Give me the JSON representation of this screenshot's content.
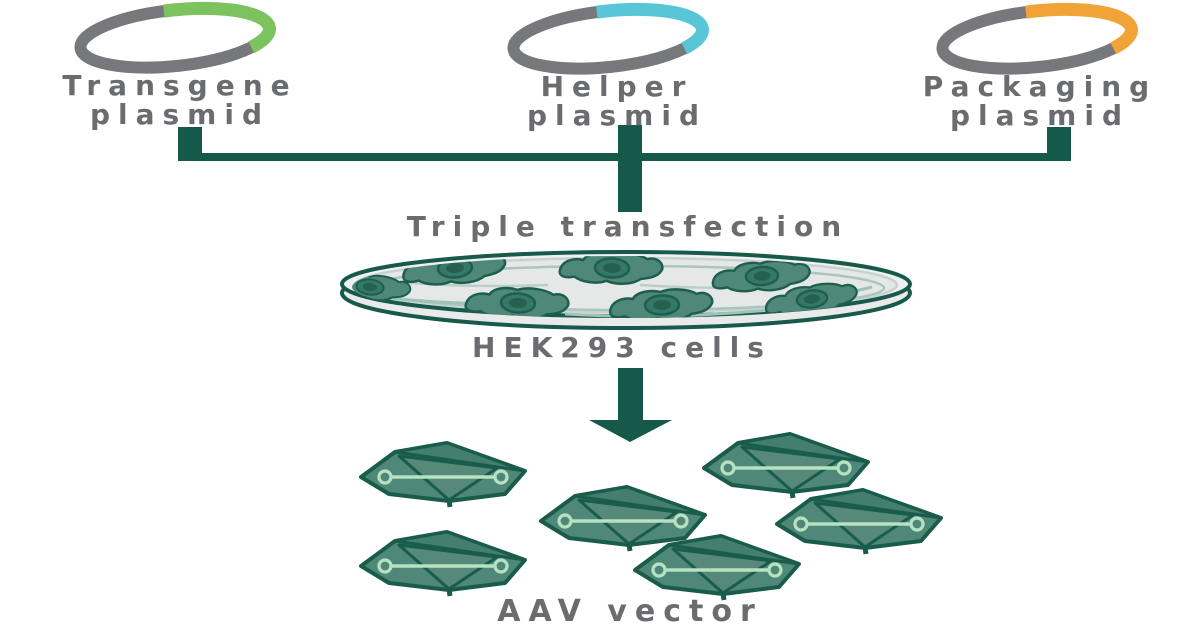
{
  "colors": {
    "dark_teal": "#15594A",
    "capsid_fill": "#4F8779",
    "capsid_edge": "#1A5C4C",
    "genome_green": "#B7E2C1",
    "ring_gray": "#77787B",
    "text_gray": "#6B6C6F",
    "dish_fill": "#EFEFEF",
    "cell_fill": "#4F8879",
    "transgene_arc": "#7CC25E",
    "helper_arc": "#59C6D8",
    "packaging_arc": "#F2A338"
  },
  "icons": [
    "plasmid-ring-icon",
    "petri-dish-icon",
    "cell-icon",
    "down-arrow-icon",
    "aav-capsid-icon",
    "genome-itr-icon"
  ],
  "plasmids": [
    {
      "line1": "Transgene",
      "line2": "plasmid",
      "arc_color": "#7CC25E"
    },
    {
      "line1": "Helper",
      "line2": "plasmid",
      "arc_color": "#59C6D8"
    },
    {
      "line1": "Packaging",
      "line2": "plasmid",
      "arc_color": "#F2A338"
    }
  ],
  "process": {
    "step_label": "Triple transfection",
    "dish_label": "HEK293 cells",
    "output_label": "AAV vector"
  }
}
